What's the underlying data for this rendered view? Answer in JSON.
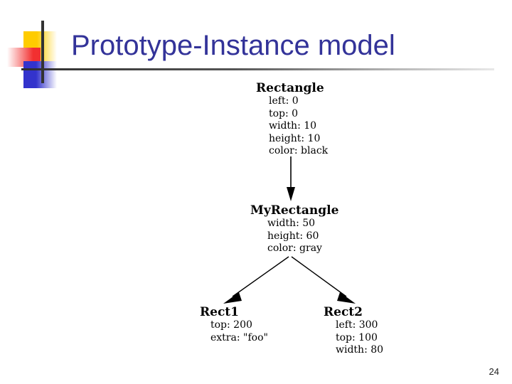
{
  "slide": {
    "title": "Prototype-Instance model",
    "title_color": "#333399",
    "page_number": "24",
    "logo": {
      "yellow": "#FFCC00",
      "red": "#F23030",
      "blue": "#3333CC",
      "rule": "#333333"
    }
  },
  "diagram": {
    "type": "tree",
    "nodes": [
      {
        "id": "rectangle",
        "title": "Rectangle",
        "props": [
          "left: 0",
          "top: 0",
          "width: 10",
          "height: 10",
          "color: black"
        ]
      },
      {
        "id": "myrectangle",
        "title": "MyRectangle",
        "props": [
          "width: 50",
          "height: 60",
          "color: gray"
        ]
      },
      {
        "id": "rect1",
        "title": "Rect1",
        "props": [
          "top: 200",
          "extra: \"foo\""
        ]
      },
      {
        "id": "rect2",
        "title": "Rect2",
        "props": [
          "left: 300",
          "top: 100",
          "width: 80"
        ]
      }
    ],
    "edges": [
      {
        "from": "rectangle",
        "to": "myrectangle"
      },
      {
        "from": "myrectangle",
        "to": "rect1"
      },
      {
        "from": "myrectangle",
        "to": "rect2"
      }
    ]
  }
}
